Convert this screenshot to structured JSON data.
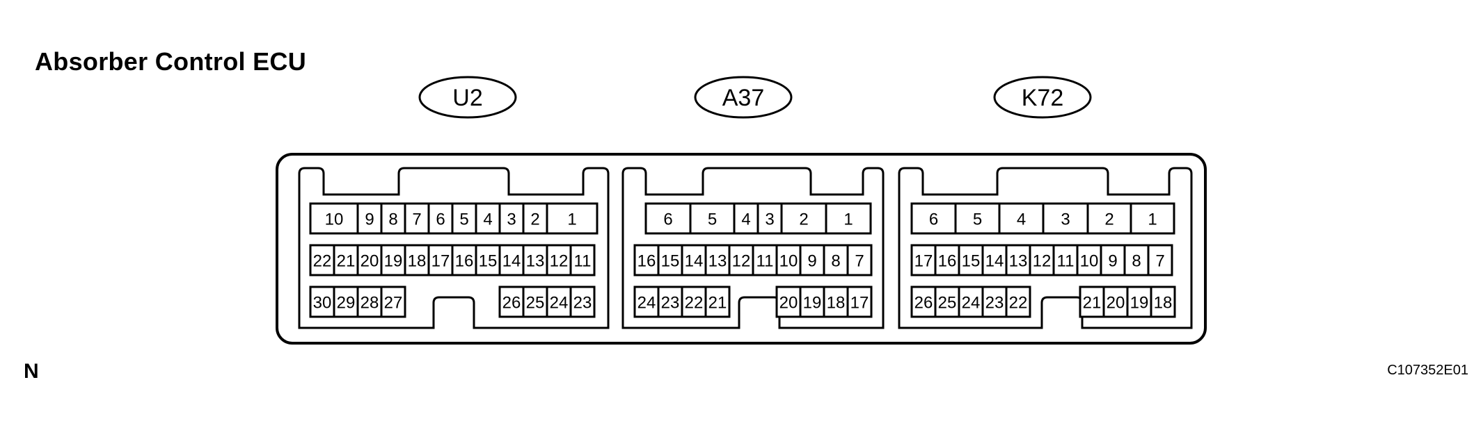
{
  "title": "Absorber Control ECU",
  "orientation_mark": "N",
  "figure_code": "C107352E01",
  "connectors": [
    {
      "name": "U2",
      "rows": [
        [
          "10",
          "9",
          "8",
          "7",
          "6",
          "5",
          "4",
          "3",
          "2",
          "1"
        ],
        [
          "22",
          "21",
          "20",
          "19",
          "18",
          "17",
          "16",
          "15",
          "14",
          "13",
          "12",
          "11"
        ],
        [
          "30",
          "29",
          "28",
          "27",
          "26",
          "25",
          "24",
          "23"
        ]
      ]
    },
    {
      "name": "A37",
      "rows": [
        [
          "6",
          "5",
          "4",
          "3",
          "2",
          "1"
        ],
        [
          "16",
          "15",
          "14",
          "13",
          "12",
          "11",
          "10",
          "9",
          "8",
          "7"
        ],
        [
          "24",
          "23",
          "22",
          "21",
          "20",
          "19",
          "18",
          "17"
        ]
      ]
    },
    {
      "name": "K72",
      "rows": [
        [
          "6",
          "5",
          "4",
          "3",
          "2",
          "1"
        ],
        [
          "17",
          "16",
          "15",
          "14",
          "13",
          "12",
          "11",
          "10",
          "9",
          "8",
          "7"
        ],
        [
          "26",
          "25",
          "24",
          "23",
          "22",
          "21",
          "20",
          "19",
          "18"
        ]
      ]
    }
  ]
}
